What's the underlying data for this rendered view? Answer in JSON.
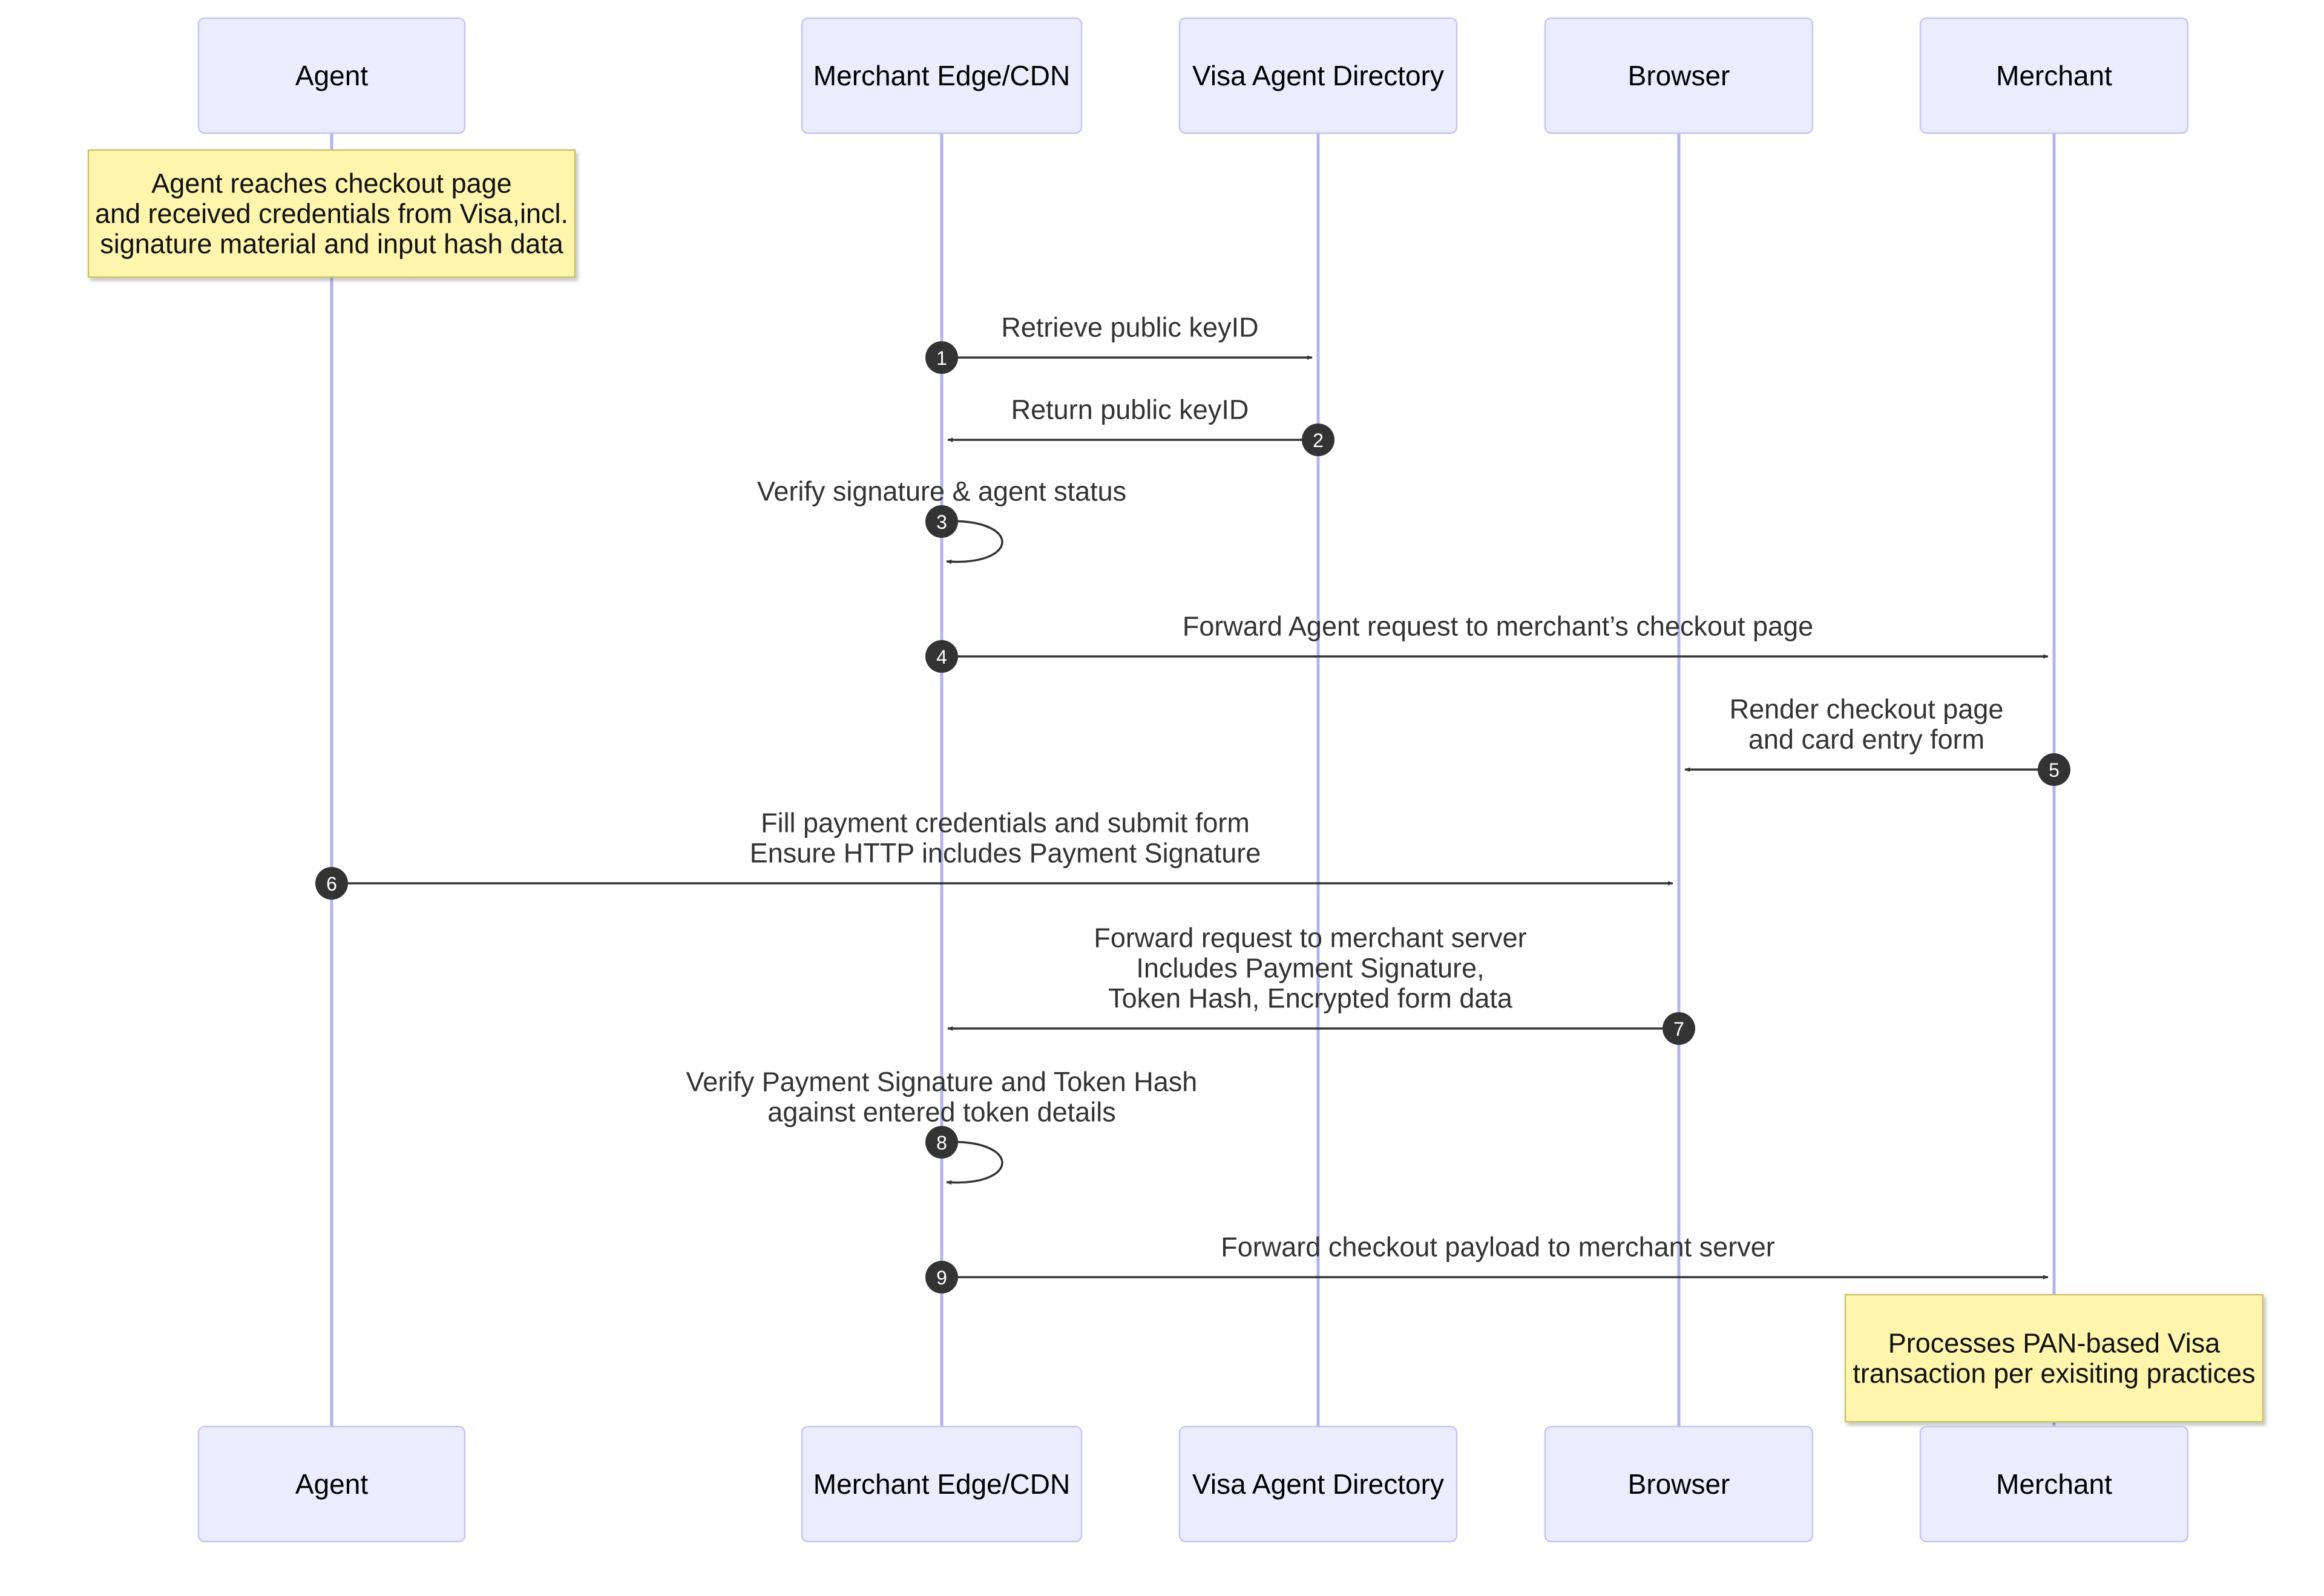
{
  "participants": [
    {
      "id": "agent",
      "label": "Agent"
    },
    {
      "id": "edge",
      "label": "Merchant Edge/CDN"
    },
    {
      "id": "visa",
      "label": "Visa Agent Directory"
    },
    {
      "id": "browser",
      "label": "Browser"
    },
    {
      "id": "merchant",
      "label": "Merchant"
    }
  ],
  "notes": [
    {
      "id": "agent-note",
      "over": "agent",
      "lines": [
        "Agent reaches checkout page",
        "and received credentials from Visa,incl.",
        "signature material and input hash data"
      ]
    },
    {
      "id": "merchant-note",
      "over": "merchant",
      "lines": [
        "Processes PAN-based Visa",
        "transaction per exisiting practices"
      ]
    }
  ],
  "messages": [
    {
      "seq": "1",
      "from": "edge",
      "to": "visa",
      "lines": [
        "Retrieve public keyID"
      ]
    },
    {
      "seq": "2",
      "from": "visa",
      "to": "edge",
      "lines": [
        "Return public keyID"
      ]
    },
    {
      "seq": "3",
      "from": "edge",
      "to": "edge",
      "lines": [
        "Verify signature & agent status"
      ]
    },
    {
      "seq": "4",
      "from": "edge",
      "to": "merchant",
      "lines": [
        "Forward Agent request to merchant’s checkout page"
      ]
    },
    {
      "seq": "5",
      "from": "merchant",
      "to": "browser",
      "lines": [
        "Render checkout page",
        "and card entry form"
      ]
    },
    {
      "seq": "6",
      "from": "agent",
      "to": "browser",
      "lines": [
        "Fill payment credentials and submit form",
        "Ensure HTTP includes Payment Signature"
      ]
    },
    {
      "seq": "7",
      "from": "browser",
      "to": "edge",
      "lines": [
        "Forward request to merchant server",
        "Includes Payment Signature,",
        "Token Hash, Encrypted form data"
      ]
    },
    {
      "seq": "8",
      "from": "edge",
      "to": "edge",
      "lines": [
        "Verify Payment Signature and Token Hash",
        "against entered token details"
      ]
    },
    {
      "seq": "9",
      "from": "edge",
      "to": "merchant",
      "lines": [
        "Forward checkout payload to merchant server"
      ]
    }
  ],
  "colors": {
    "actor_fill": "#ececff",
    "actor_stroke": "#c5c5f5",
    "lifeline": "#b3b3ee",
    "note_fill": "#fff5ad",
    "message": "#333333"
  }
}
